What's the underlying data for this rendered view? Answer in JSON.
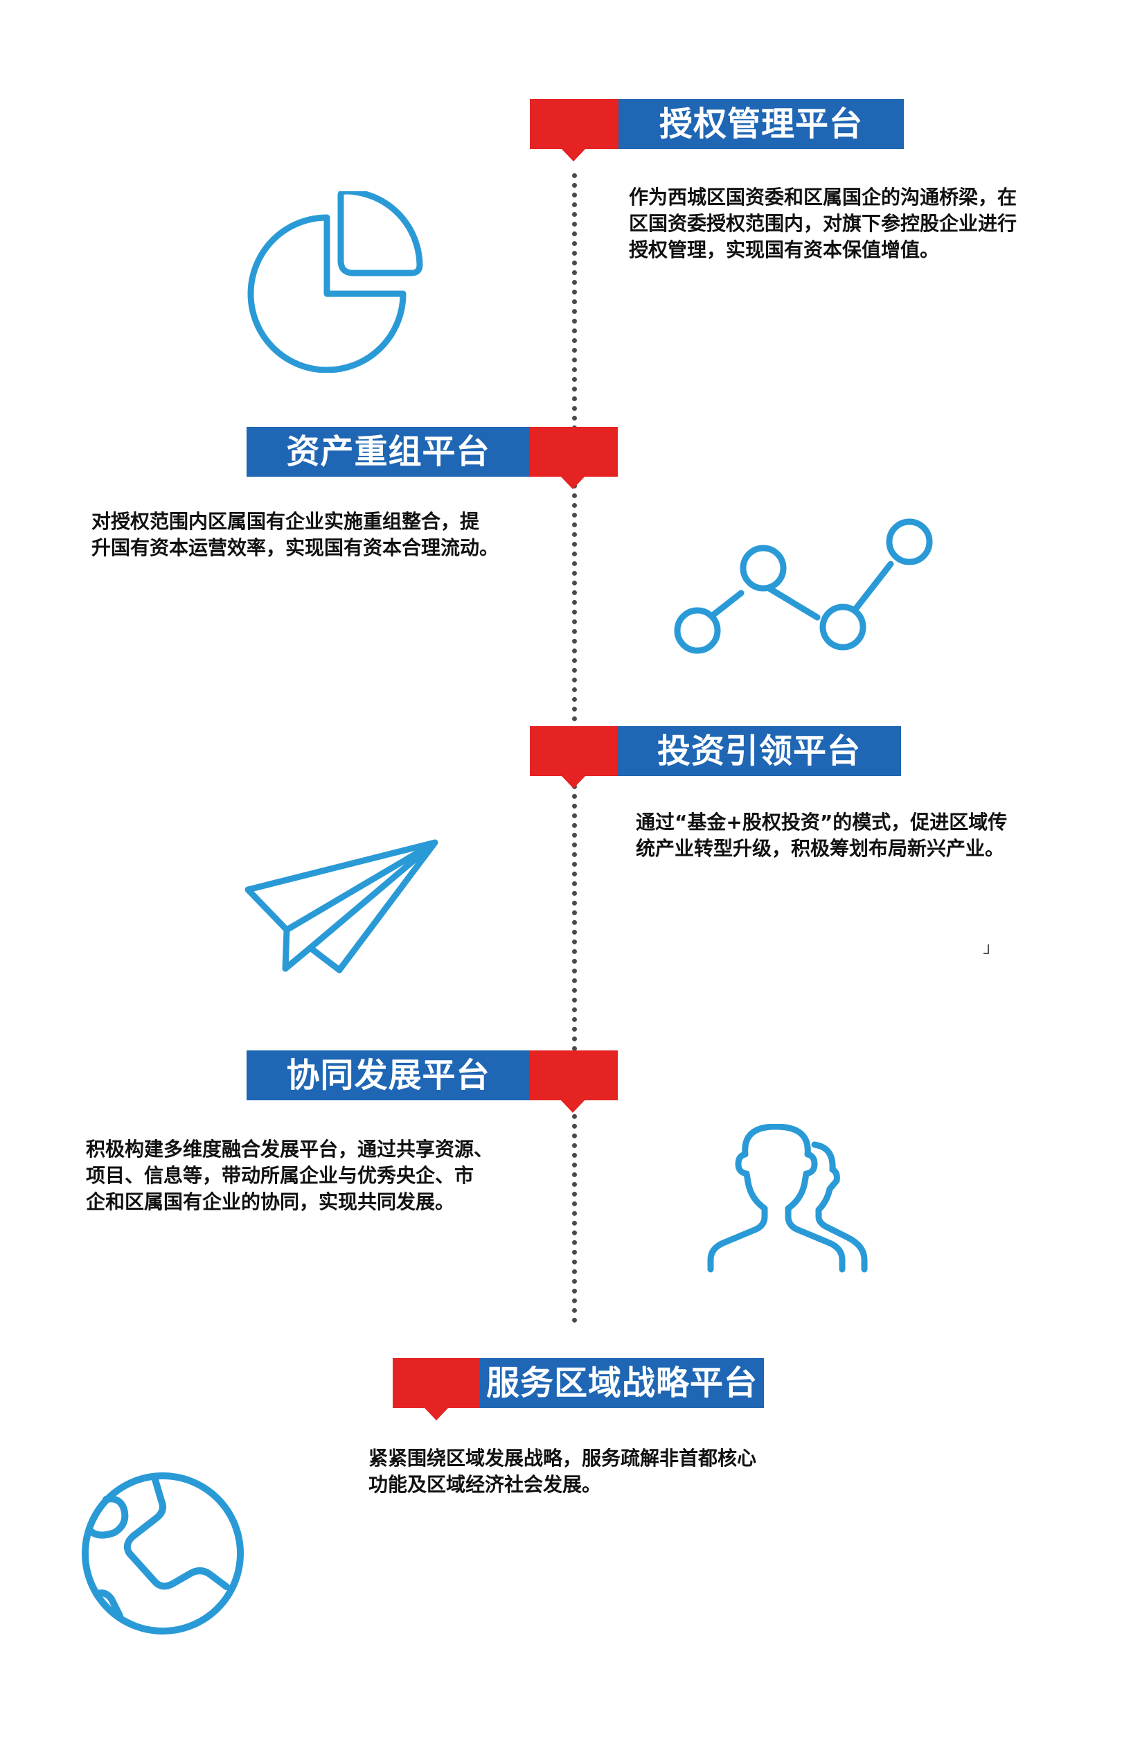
{
  "colors": {
    "red": "#e42322",
    "blue": "#1f66b4",
    "icon_blue": "#2a9ad7",
    "text": "#111111"
  },
  "platforms": [
    {
      "title": "授权管理平台",
      "desc": "作为西城区国资委和区属国企的沟通桥梁，在\n区国资委授权范围内，对旗下参控股企业进行\n授权管理，实现国有资本保值增值。",
      "icon": "pie-chart-icon"
    },
    {
      "title": "资产重组平台",
      "desc": "对授权范围内区属国有企业实施重组整合，提\n升国有资本运营效率，实现国有资本合理流动。",
      "icon": "line-nodes-icon"
    },
    {
      "title": "投资引领平台",
      "desc": "通过“基金+股权投资”的模式，促进区域传\n统产业转型升级，积极筹划布局新兴产业。",
      "icon": "paper-plane-icon"
    },
    {
      "title": "协同发展平台",
      "desc": "积极构建多维度融合发展平台，通过共享资源、\n项目、信息等，带动所属企业与优秀央企、市\n企和区属国有企业的协同，实现共同发展。",
      "icon": "users-icon"
    },
    {
      "title": "服务区域战略平台",
      "desc": "紧紧围绕区域发展战略，服务疏解非首都核心\n功能及区域经济社会发展。",
      "icon": "globe-icon"
    }
  ]
}
